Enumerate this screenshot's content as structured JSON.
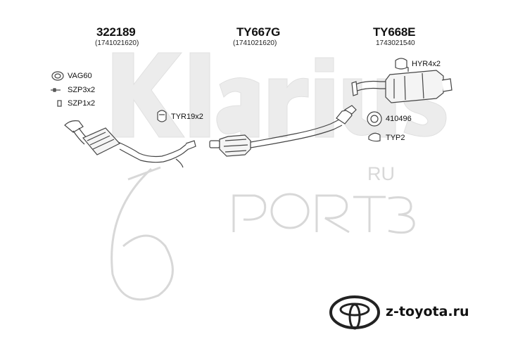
{
  "watermark": {
    "brand": "Klarius",
    "port": "PORT3",
    "ru": "RU"
  },
  "columns": [
    {
      "part": "322189",
      "oem": "(1741021620)"
    },
    {
      "part": "TY667G",
      "oem": "(1741021620)"
    },
    {
      "part": "TY668E",
      "oem": "1743021540"
    }
  ],
  "accessories": {
    "vag60": "VAG60",
    "szp3": "SZP3x2",
    "szp1": "SZP1x2",
    "tyr19": "TYR19x2",
    "hyr4": "HYR4x2",
    "ring410496": "410496",
    "typ2": "TYP2"
  },
  "footer": {
    "site": "z-toyota.ru",
    "logo": "toyota-logo-icon"
  },
  "colors": {
    "ink": "#111111",
    "line": "#444444",
    "watermark": "#e6e6e6"
  }
}
